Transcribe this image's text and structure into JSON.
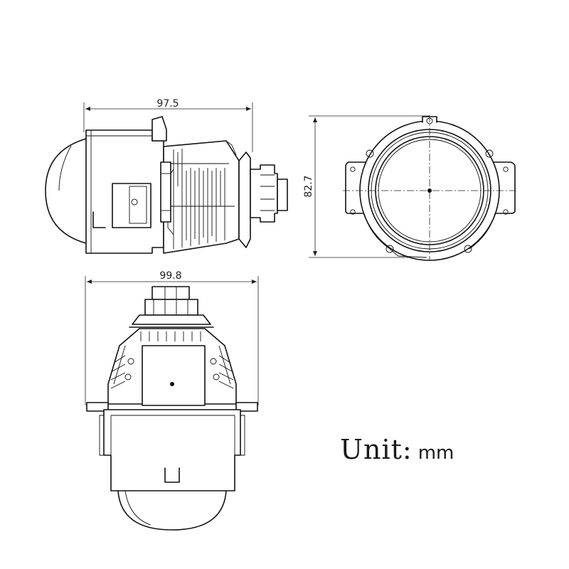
{
  "dimensions": {
    "side_length": "97.5",
    "top_width": "99.8",
    "front_height": "82.7"
  },
  "unit": {
    "label": "Unit:",
    "value": "mm"
  }
}
